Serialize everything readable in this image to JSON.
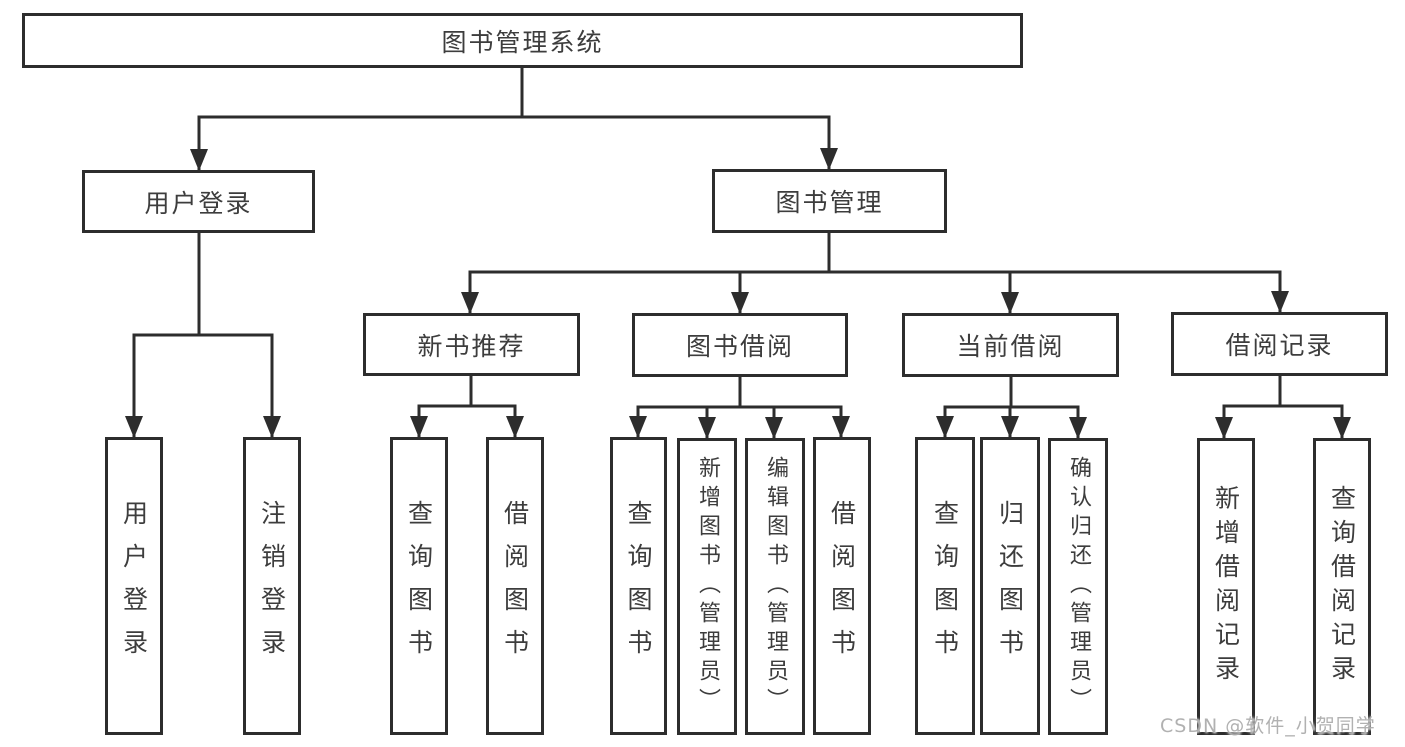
{
  "tree": {
    "root": "图书管理系统",
    "user_login": {
      "label": "用户登录",
      "children": [
        "用户登录",
        "注销登录"
      ]
    },
    "book_mgmt": {
      "label": "图书管理",
      "groups": [
        {
          "label": "新书推荐",
          "children": [
            "查询图书",
            "借阅图书"
          ]
        },
        {
          "label": "图书借阅",
          "children": [
            "查询图书",
            "新增图书（管理员）",
            "编辑图书（管理员）",
            "借阅图书"
          ]
        },
        {
          "label": "当前借阅",
          "children": [
            "查询图书",
            "归还图书",
            "确认归还（管理员）"
          ]
        },
        {
          "label": "借阅记录",
          "children": [
            "新增借阅记录",
            "查询借阅记录"
          ]
        }
      ]
    }
  },
  "watermark": "CSDN @软件_小贺同学",
  "colors": {
    "line": "#2d2d2d",
    "text": "#3d3d3d",
    "background": "#ffffff",
    "watermark": "#aaaaaa"
  }
}
